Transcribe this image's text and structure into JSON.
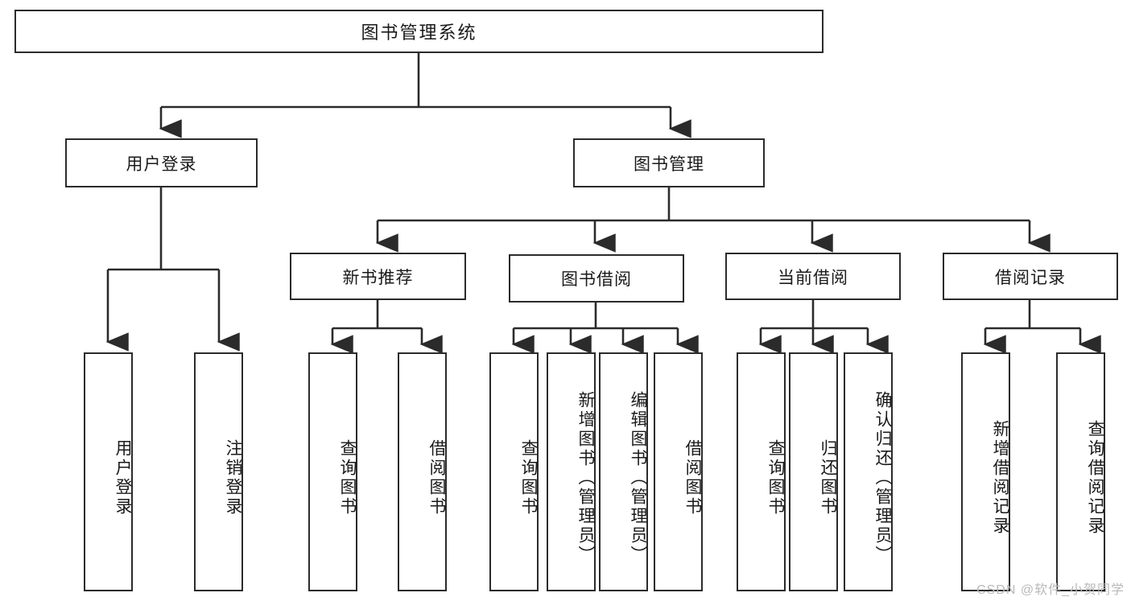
{
  "diagram": {
    "type": "tree-hierarchy-chart",
    "title": "图书管理系统",
    "watermark": "CSDN @软件_小贺同学",
    "colors": {
      "box_border": "#2b2b2b",
      "box_fill": "#ffffff",
      "connector": "#333333",
      "text": "#1a1a1a",
      "watermark": "#b9b9b9"
    },
    "nodes": {
      "root": {
        "label": "图书管理系统"
      },
      "level2": [
        {
          "id": "user-login",
          "label": "用户登录"
        },
        {
          "id": "book-manage",
          "label": "图书管理"
        }
      ],
      "level3": [
        {
          "id": "new-book-rec",
          "label": "新书推荐"
        },
        {
          "id": "book-borrow",
          "label": "图书借阅"
        },
        {
          "id": "current-borrow",
          "label": "当前借阅"
        },
        {
          "id": "borrow-record",
          "label": "借阅记录"
        }
      ],
      "leaves": {
        "user-login": [
          {
            "id": "leaf-user-login",
            "label": "用户登录"
          },
          {
            "id": "leaf-user-logout",
            "label": "注销登录"
          }
        ],
        "new-book-rec": [
          {
            "id": "leaf-query-book-1",
            "label": "查询图书"
          },
          {
            "id": "leaf-borrow-book-1",
            "label": "借阅图书"
          }
        ],
        "book-borrow": [
          {
            "id": "leaf-query-book-2",
            "label": "查询图书"
          },
          {
            "id": "leaf-add-book",
            "label": "新增图书（管理员）"
          },
          {
            "id": "leaf-edit-book",
            "label": "编辑图书（管理员）"
          },
          {
            "id": "leaf-borrow-book-2",
            "label": "借阅图书"
          }
        ],
        "current-borrow": [
          {
            "id": "leaf-query-book-3",
            "label": "查询图书"
          },
          {
            "id": "leaf-return-book",
            "label": "归还图书"
          },
          {
            "id": "leaf-confirm-return",
            "label": "确认归还（管理员）"
          }
        ],
        "borrow-record": [
          {
            "id": "leaf-add-record",
            "label": "新增借阅记录"
          },
          {
            "id": "leaf-query-record",
            "label": "查询借阅记录"
          }
        ]
      }
    }
  }
}
